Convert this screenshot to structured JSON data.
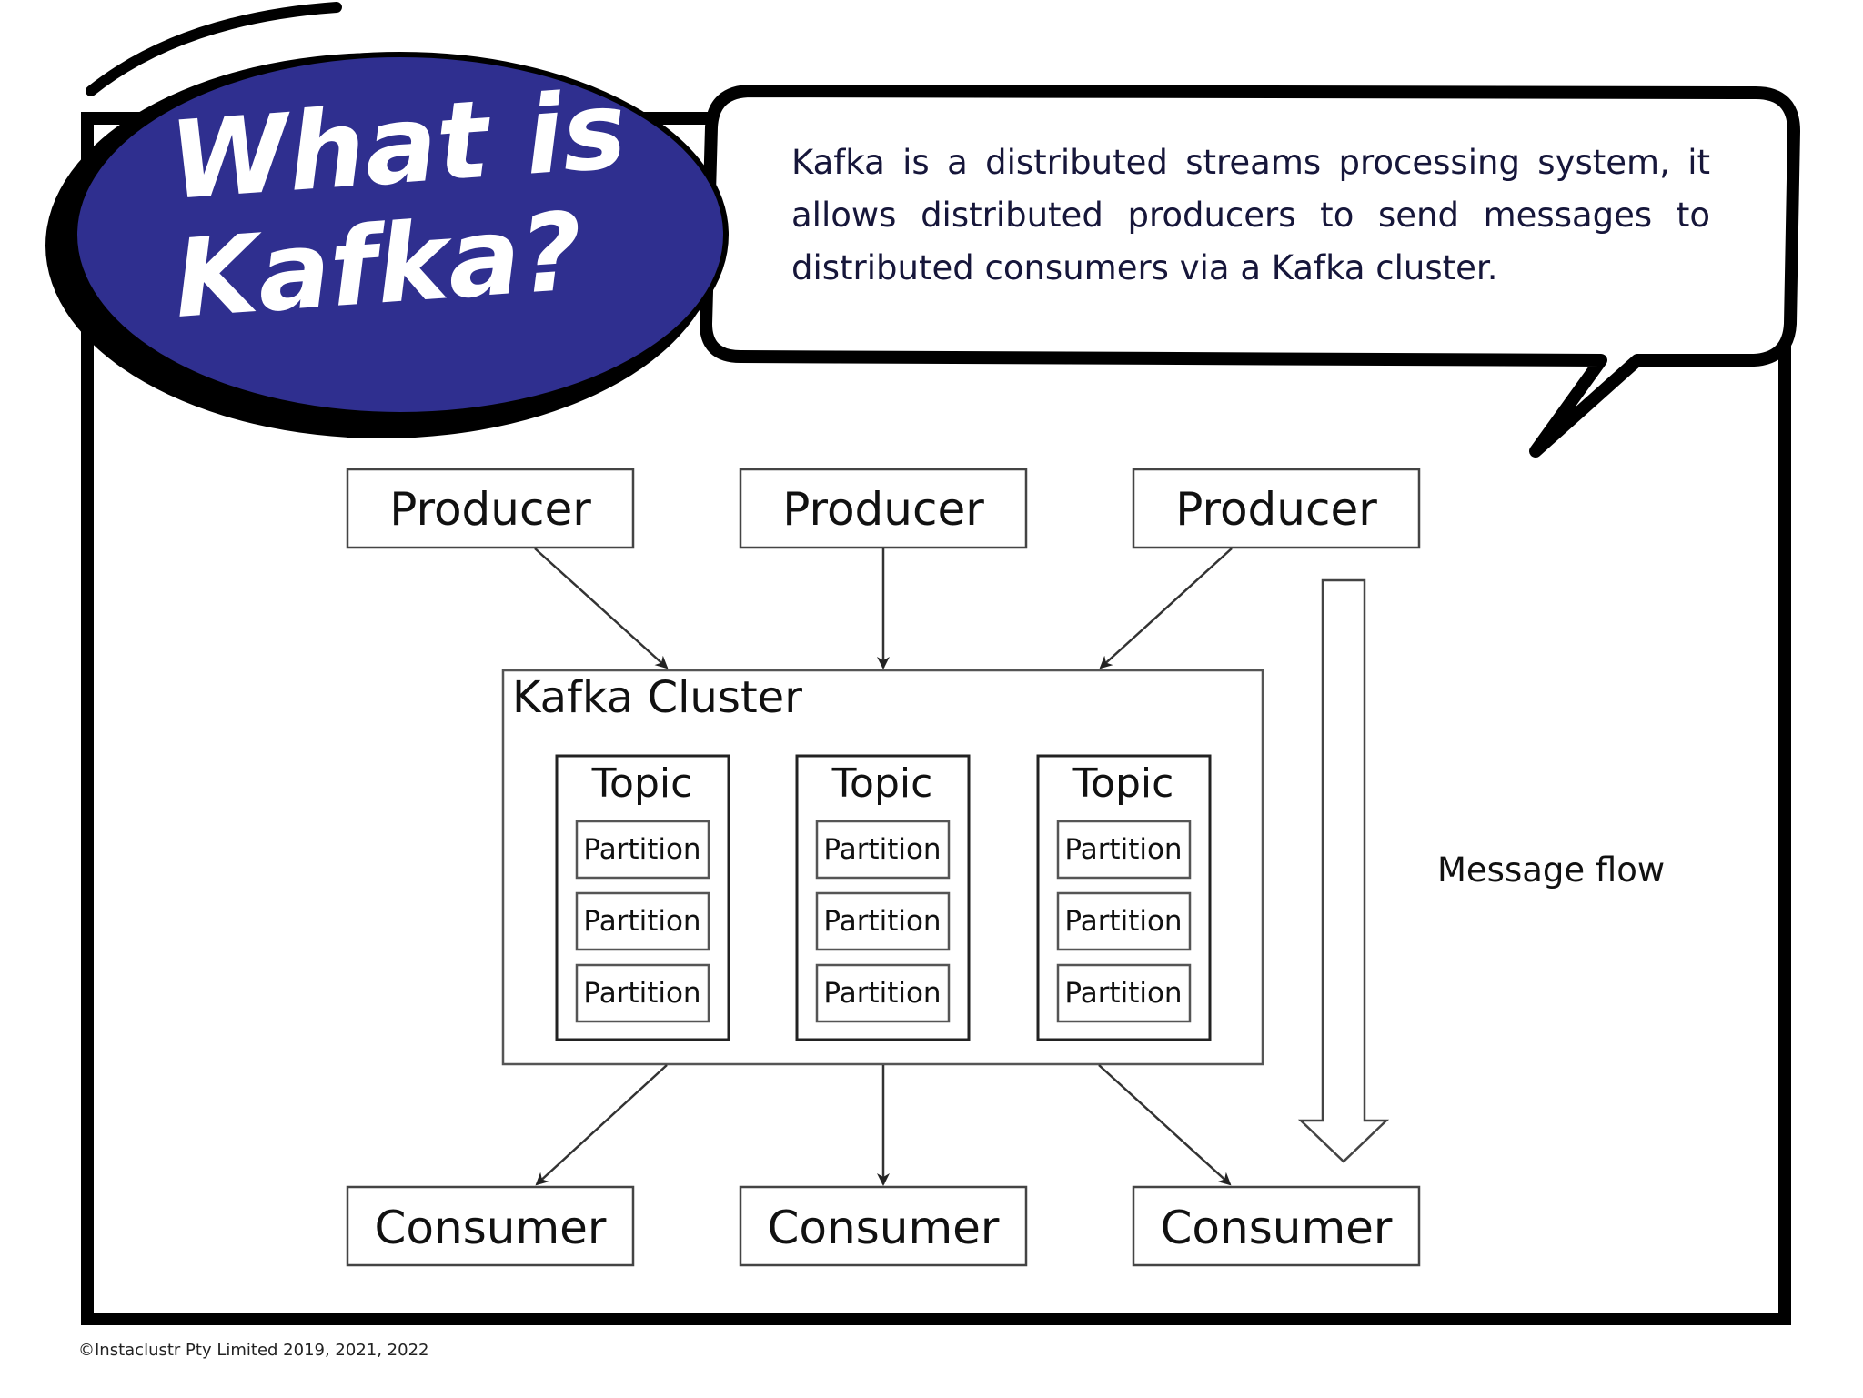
{
  "header": {
    "title_line1": "What is",
    "title_line2": "Kafka?",
    "intro": "Kafka is a distributed streams processing system,  it allows distributed producers to send messages to distributed consumers via a Kafka cluster.",
    "badge_color": "#2f2f8f"
  },
  "diagram": {
    "producers": [
      "Producer",
      "Producer",
      "Producer"
    ],
    "cluster_label": "Kafka Cluster",
    "topics": [
      {
        "label": "Topic",
        "partitions": [
          "Partition",
          "Partition",
          "Partition"
        ]
      },
      {
        "label": "Topic",
        "partitions": [
          "Partition",
          "Partition",
          "Partition"
        ]
      },
      {
        "label": "Topic",
        "partitions": [
          "Partition",
          "Partition",
          "Partition"
        ]
      }
    ],
    "consumers": [
      "Consumer",
      "Consumer",
      "Consumer"
    ],
    "flow_label": "Message flow"
  },
  "footer": {
    "copyright": "©Instaclustr Pty Limited 2019, 2021, 2022"
  }
}
